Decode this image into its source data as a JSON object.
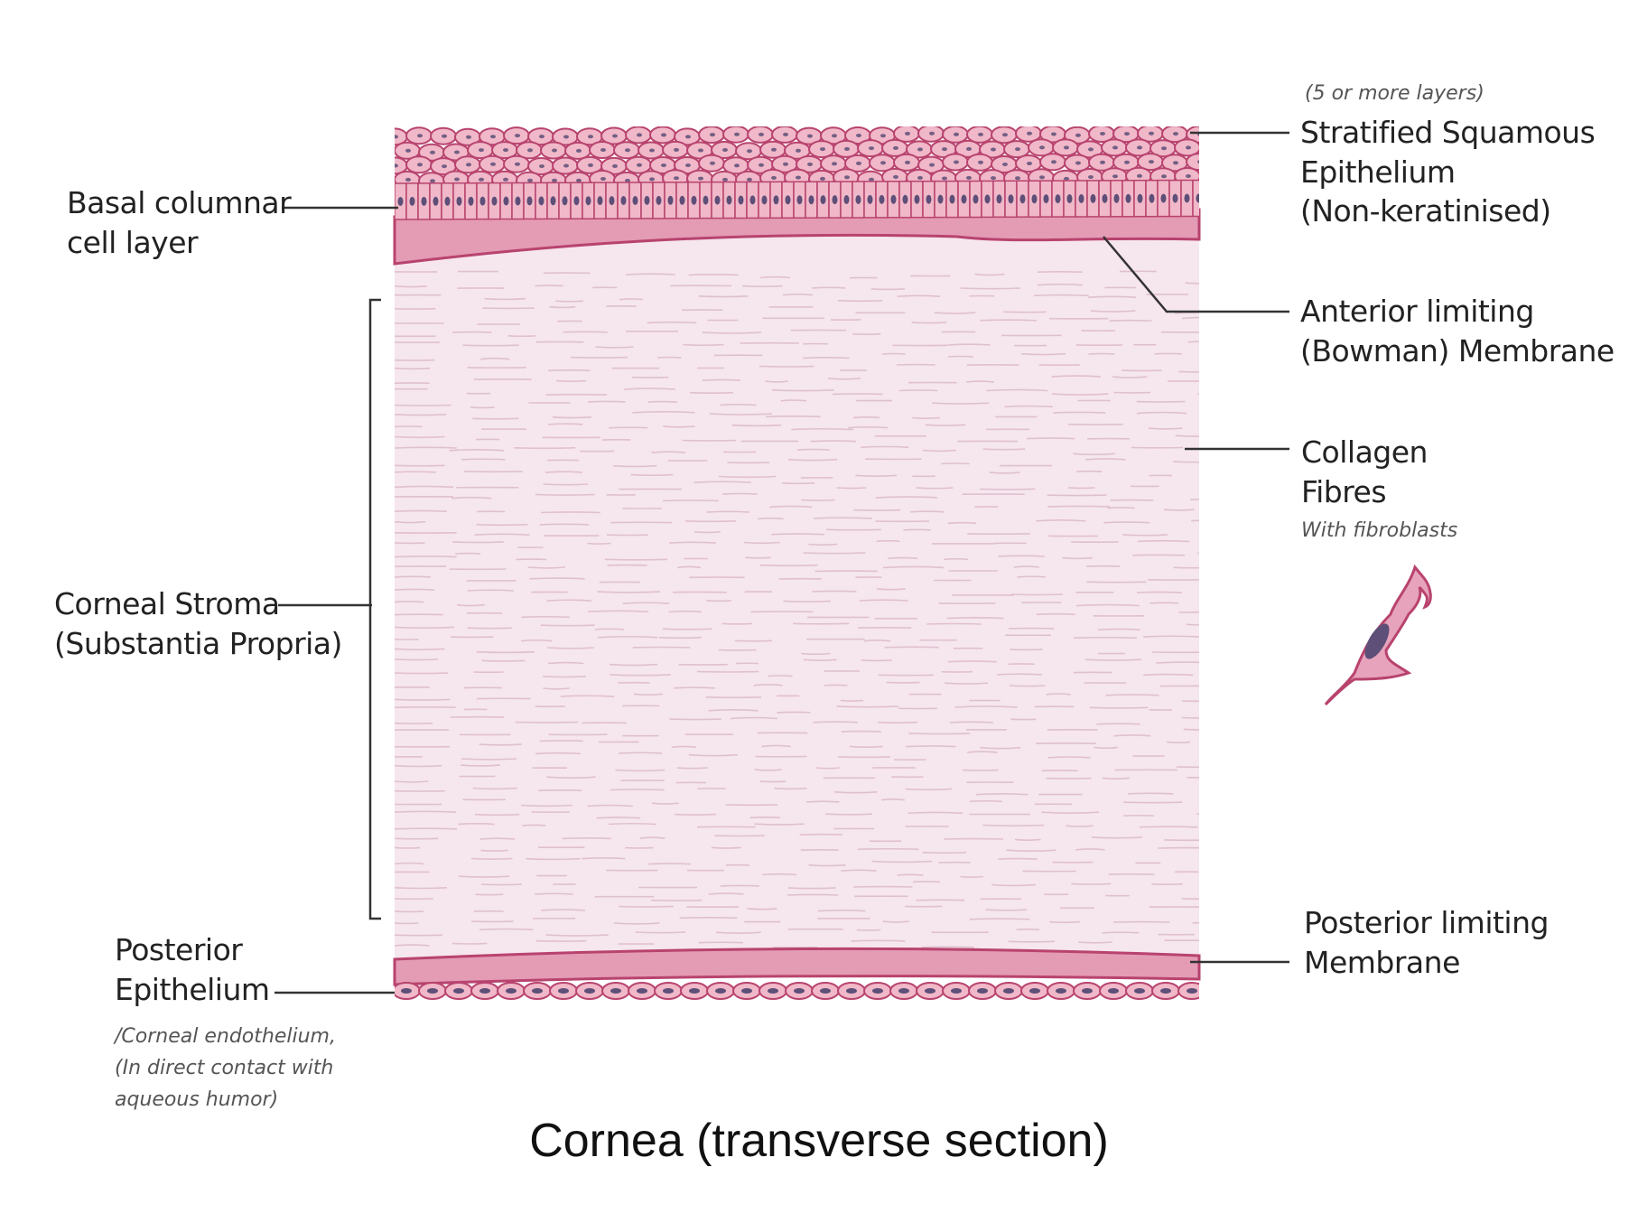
{
  "title": "Cornea (transverse section)",
  "labels": {
    "basal": {
      "line1": "Basal columnar",
      "line2": "cell layer"
    },
    "stroma": {
      "line1": "Corneal Stroma",
      "line2": "(Substantia Propria)"
    },
    "posterior_epithelium": {
      "line1": "Posterior",
      "line2": "Epithelium"
    },
    "posterior_note": {
      "line1": "/Corneal endothelium,",
      "line2": "(In direct contact with",
      "line3": "aqueous humor)"
    },
    "layers_note": "(5 or more layers)",
    "squamous": {
      "line1": "Stratified Squamous",
      "line2": "Epithelium",
      "line3": "(Non-keratinised)"
    },
    "anterior": {
      "line1": "Anterior limiting",
      "line2": "(Bowman) Membrane"
    },
    "collagen": {
      "line1": "Collagen",
      "line2": "Fibres"
    },
    "fibroblast_note": "With fibroblasts",
    "posterior_membrane": {
      "line1": "Posterior limiting",
      "line2": "Membrane"
    }
  },
  "colors": {
    "cell_fill": "#f0b8c8",
    "cell_border": "#b8436e",
    "nucleus": "#5d4f78",
    "membrane": "#e49bb4",
    "stroma": "#f6e6ee",
    "fibre": "#d9b7c7",
    "leader": "#333333"
  }
}
